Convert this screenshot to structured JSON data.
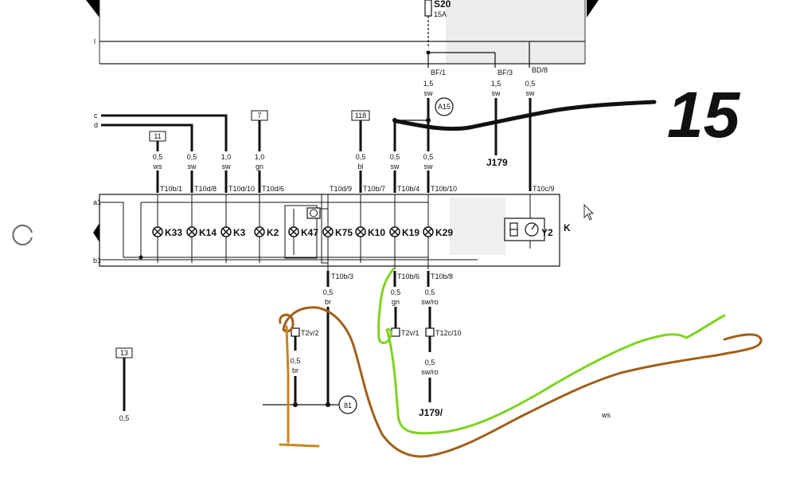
{
  "fuse": {
    "label": "S20",
    "rating": "15A"
  },
  "wire_codes": {
    "bf1": "BF/1",
    "bf3": "BF/3",
    "bd8": "BD/8",
    "a15": "A15",
    "j179_top": "J179",
    "j179_bottom": "J179/"
  },
  "left_labels": {
    "l": "l",
    "c": "c",
    "d": "d",
    "a1": "a1",
    "b1": "b1"
  },
  "ref_boxes": {
    "b11": "11",
    "b7": "7",
    "b118": "118",
    "b13": "13",
    "c81": "81"
  },
  "top_wires": [
    {
      "gauge": "1,5",
      "color": "sw"
    },
    {
      "gauge": "1,5",
      "color": "sw"
    },
    {
      "gauge": "0,5",
      "color": "sw"
    }
  ],
  "wires": [
    {
      "gauge": "0,5",
      "color": "ws",
      "conn": "T10b/1"
    },
    {
      "gauge": "0,5",
      "color": "sw",
      "conn": "T10d/8"
    },
    {
      "gauge": "1,0",
      "color": "sw",
      "conn": "T10d/10"
    },
    {
      "gauge": "1,0",
      "color": "gn",
      "conn": "T10d/6"
    },
    {
      "gauge": "",
      "color": "",
      "conn": "T10d/9"
    },
    {
      "gauge": "0,5",
      "color": "bl",
      "conn": "T10b/7"
    },
    {
      "gauge": "0,5",
      "color": "sw",
      "conn": "T10b/4"
    },
    {
      "gauge": "0,5",
      "color": "sw",
      "conn": "T10b/10"
    },
    {
      "gauge": "",
      "color": "",
      "conn": "T10c/9"
    }
  ],
  "lamps": [
    "K33",
    "K14",
    "K3",
    "K2",
    "K47",
    "K75",
    "K10",
    "K19",
    "K29"
  ],
  "cluster": {
    "label": "K",
    "gauge_label": "Y2"
  },
  "bottom_wires": [
    {
      "conn": "T10b/3",
      "gauge": "0,5",
      "color": "br"
    },
    {
      "conn": "T10b/6",
      "gauge": "0,5",
      "color": "gn"
    },
    {
      "conn": "T10b/8",
      "gauge": "0,5",
      "color": "sw/ro"
    }
  ],
  "lower_connectors": [
    {
      "conn": "T2v/2",
      "gauge": "0,5",
      "color": "br"
    },
    {
      "conn": "T2v/1",
      "gauge": "",
      "color": ""
    },
    {
      "conn": "T12c/10",
      "gauge": "0,5",
      "color": "sw/ro"
    }
  ],
  "misc": {
    "bottom13": "0,5",
    "ws_right": "ws"
  },
  "annotation": {
    "number": "15",
    "black": "#111111",
    "green": "#7ed321",
    "brown": "#a0601a"
  }
}
